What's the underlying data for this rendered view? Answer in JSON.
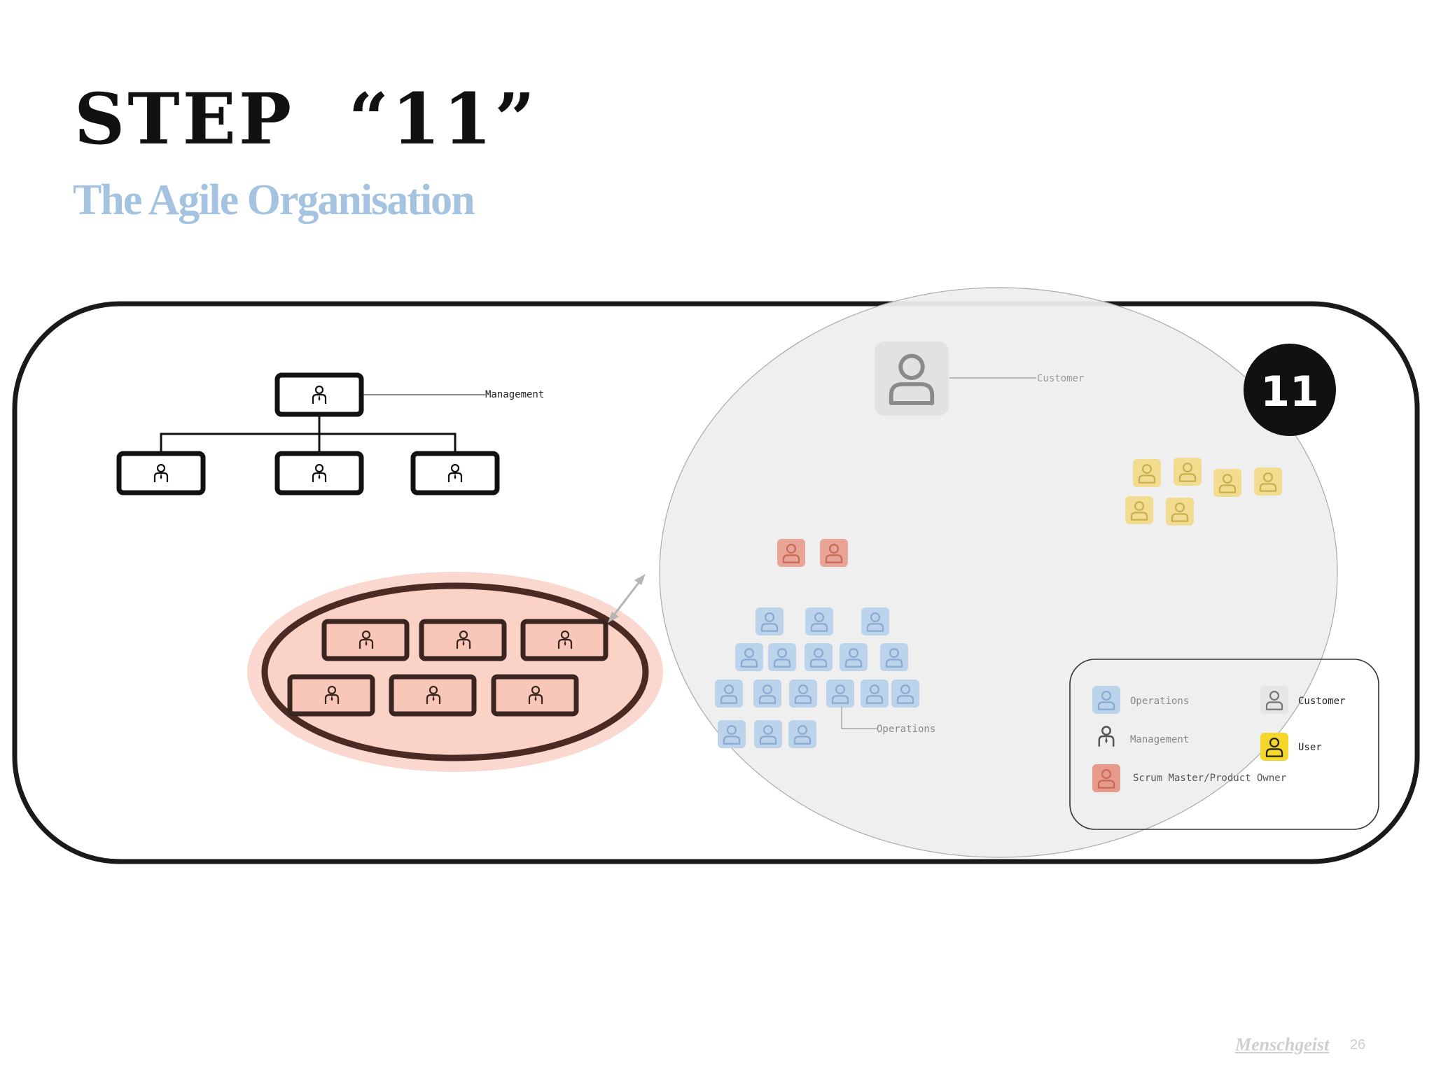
{
  "slide": {
    "title": "STEP  “11”",
    "subtitle": "The Agile Organisation",
    "step_badge": "11",
    "brand": "Menschgeist",
    "page_number": "26"
  },
  "diagram": {
    "labels": {
      "management": "Management",
      "customer": "Customer",
      "operations": "Operations"
    },
    "legend": [
      {
        "key": "operations",
        "label": "Operations",
        "icon": "operations-person-icon",
        "color": "#bcd3ec"
      },
      {
        "key": "customer",
        "label": "Customer",
        "icon": "customer-person-icon",
        "color": "#e6e6e6"
      },
      {
        "key": "management",
        "label": "Management",
        "icon": "management-person-icon",
        "color": "#444444"
      },
      {
        "key": "user",
        "label": "User",
        "icon": "user-person-icon",
        "color": "#f5d62a"
      },
      {
        "key": "scrum",
        "label": "Scrum Master/Product Owner",
        "icon": "scrum-master-person-icon",
        "color": "#e59a8a"
      }
    ],
    "colors": {
      "operations": "#bcd3ec",
      "scrum": "#e8a595",
      "user": "#f1dc8f",
      "customer": "#e0e0e0",
      "ellipse_fill": "#fbd8cf",
      "ellipse_stroke": "#4a2a22",
      "circle_fill": "#eeeeee"
    }
  }
}
